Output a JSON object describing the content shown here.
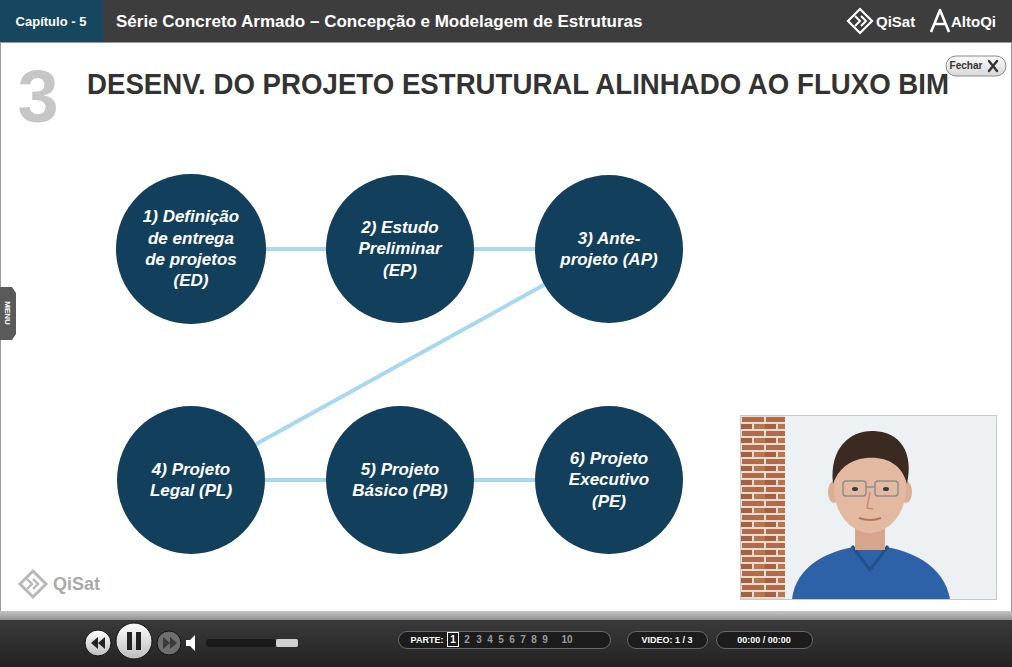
{
  "diagram": {
    "title": "DESENV. DO PROJETO ESTRUTURAL ALINHADO AO FLUXO BIM",
    "nodes": [
      {
        "text": [
          "1) Definição de entrega de projetos (ED)"
        ]
      },
      {
        "text": [
          "2) Estudo Preliminar (EP)"
        ]
      },
      {
        "text": [
          "3) Ante- projeto (AP)"
        ]
      },
      {
        "text": [
          "4) Projeto Legal (PL)"
        ]
      },
      {
        "text": [
          "5) Projeto Básico (PB)"
        ]
      },
      {
        "text": [
          "6) Projeto Executivo (PE)"
        ]
      }
    ],
    "edges": [
      {
        "from": 0,
        "to": 1,
        "arrow": "none"
      },
      {
        "from": 1,
        "to": 2,
        "arrow": "none"
      },
      {
        "from": 2,
        "to": 3,
        "arrow": "none"
      },
      {
        "from": 3,
        "to": 4,
        "arrow": "none"
      },
      {
        "from": 4,
        "to": 5,
        "arrow": "none"
      }
    ],
    "labels": [
      "Capítulo - 5",
      "Série Concreto Armado – Concepção e Modelagem de Estruturas",
      "QiSat",
      "AltoQi",
      "3",
      "Fechar",
      "MENU",
      "QiSat",
      "PARTE:",
      "1",
      "2",
      "3",
      "4",
      "5",
      "6",
      "7",
      "8",
      "9",
      "10",
      "VIDEO: 1 / 3",
      "00:00 / 00:00"
    ]
  }
}
